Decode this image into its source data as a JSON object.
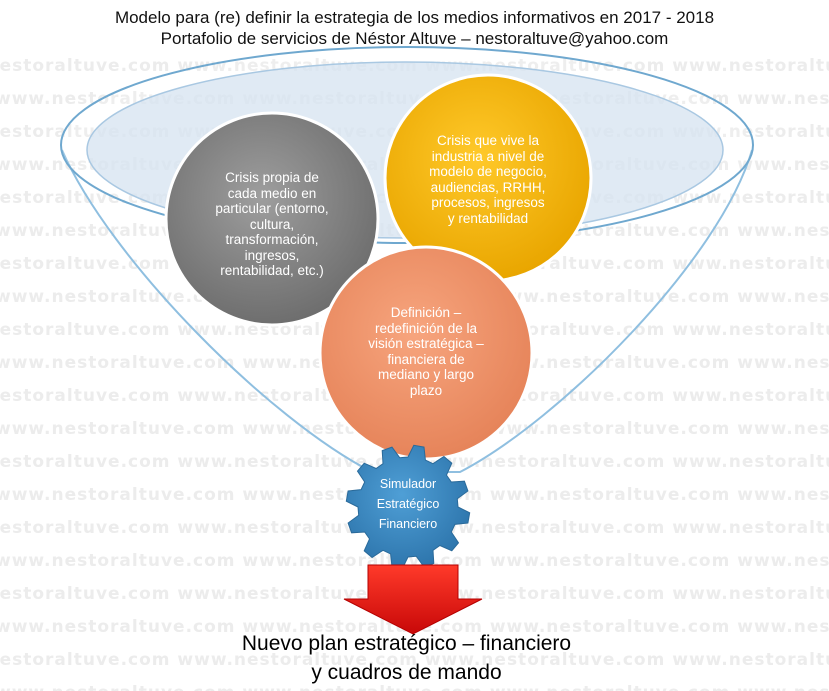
{
  "header": {
    "title_line1": "Modelo para (re) definir la estrategia de los medios informativos  en 2017 - 2018",
    "title_line2": "Portafolio de servicios de Néstor Altuve  – nestoraltuve@yahoo.com"
  },
  "watermark": {
    "text": "www.nestoraltuve.com"
  },
  "diagram": {
    "circle_gray": "Crisis propia de\ncada medio en\nparticular (entorno,\ncultura,\ntransformación,\ningresos,\nrentabilidad, etc.)",
    "circle_yellow": "Crisis que vive la\nindustria a nivel de\nmodelo de negocio,\naudiencias, RRHH,\nprocesos, ingresos\ny  rentabilidad",
    "circle_orange": "Definición –\nredefinición de la\nvisión estratégica –\nfinanciera de\nmediano y largo\nplazo",
    "gear": "Simulador\nEstratégico\nFinanciero",
    "output_line1": "Nuevo plan estratégico – financiero",
    "output_line2": "y cuadros de mando"
  },
  "colors": {
    "funnel_fill": "#d6e3f0",
    "funnel_stroke": "#6fa8cf",
    "circle_gray": "#8c8c8c",
    "circle_yellow": "#f5b800",
    "circle_orange": "#f0956a",
    "gear": "#3d8cc4",
    "arrow": "#e41414"
  },
  "icons": {
    "gear": "gear-icon",
    "arrow": "down-arrow-icon"
  }
}
